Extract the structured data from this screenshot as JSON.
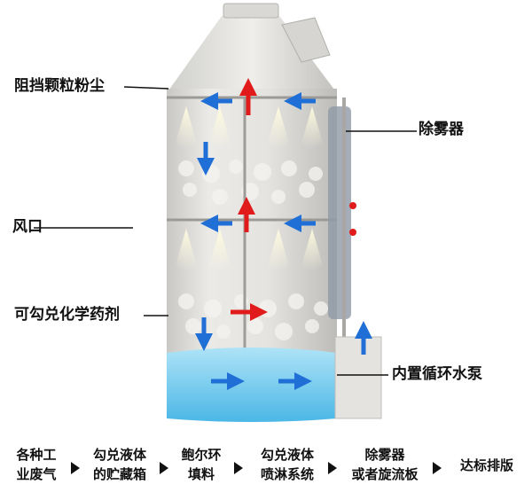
{
  "labels": {
    "particles": "阻挡颗粒粉尘",
    "demister": "除雾器",
    "air_inlet": "风口",
    "chemical": "可勾兑化学药剂",
    "pump": "内置循环水泵"
  },
  "flow_steps": [
    {
      "line1": "各种工",
      "line2": "业废气"
    },
    {
      "line1": "勾兑液体",
      "line2": "的贮藏箱"
    },
    {
      "line1": "鲍尔环",
      "line2": "填料"
    },
    {
      "line1": "勾兑液体",
      "line2": "喷淋系统"
    },
    {
      "line1": "除雾器",
      "line2": "或者旋流板"
    },
    {
      "line1": "达标排版",
      "line2": ""
    }
  ],
  "colors": {
    "tower_body": "#e2e0dc",
    "water": "#7fd0f0",
    "arrow_blue": "#1f6fd6",
    "arrow_red": "#e11b1b"
  }
}
